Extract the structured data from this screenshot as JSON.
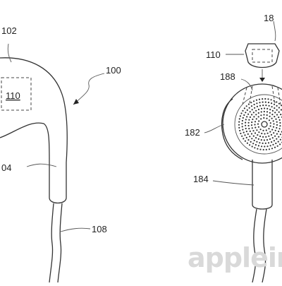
{
  "labels": {
    "l102": "102",
    "l100": "100",
    "l110a": "110",
    "l104": "04",
    "l108": "108",
    "l18x": "18",
    "l110b": "110",
    "l188": "188",
    "l182": "182",
    "l184": "184"
  },
  "watermark": "appleins"
}
